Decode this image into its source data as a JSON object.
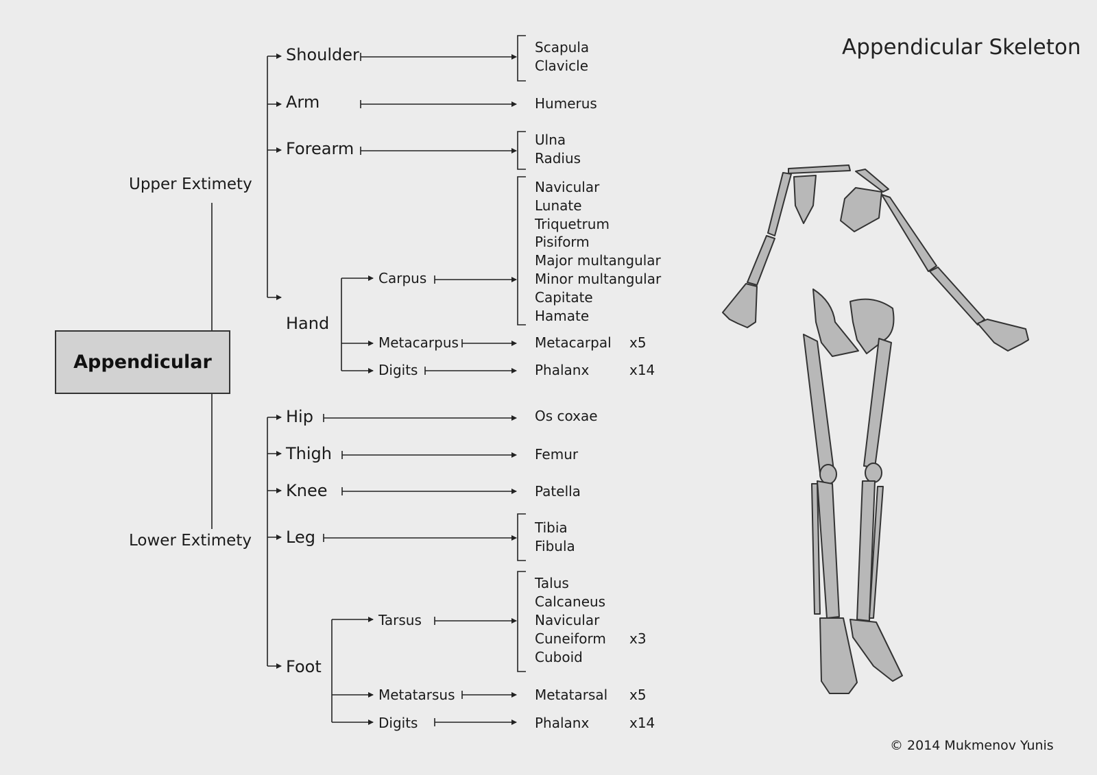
{
  "title": "Appendicular Skeleton",
  "root": "Appendicular",
  "upper": {
    "label": "Upper Extimety",
    "parts": [
      {
        "label": "Shoulder",
        "bones": [
          "Scapula",
          "Clavicle"
        ]
      },
      {
        "label": "Arm",
        "bones": [
          "Humerus"
        ]
      },
      {
        "label": "Forearm",
        "bones": [
          "Ulna",
          "Radius"
        ]
      },
      {
        "label": "Hand",
        "subs": [
          {
            "label": "Carpus",
            "bones": [
              "Navicular",
              "Lunate",
              "Triquetrum",
              "Pisiform",
              "Major multangular",
              "Minor multangular",
              "Capitate",
              "Hamate"
            ]
          },
          {
            "label": "Metacarpus",
            "bones": [
              "Metacarpal"
            ],
            "count": "x5"
          },
          {
            "label": "Digits",
            "bones": [
              "Phalanx"
            ],
            "count": "x14"
          }
        ]
      }
    ]
  },
  "lower": {
    "label": "Lower Extimety",
    "parts": [
      {
        "label": "Hip",
        "bones": [
          "Os coxae"
        ]
      },
      {
        "label": "Thigh",
        "bones": [
          "Femur"
        ]
      },
      {
        "label": "Knee",
        "bones": [
          "Patella"
        ]
      },
      {
        "label": "Leg",
        "bones": [
          "Tibia",
          "Fibula"
        ]
      },
      {
        "label": "Foot",
        "subs": [
          {
            "label": "Tarsus",
            "bones": [
              "Talus",
              "Calcaneus",
              "Navicular",
              "Cuneiform",
              "Cuboid"
            ],
            "count_index": 3,
            "count": "x3"
          },
          {
            "label": "Metatarsus",
            "bones": [
              "Metatarsal"
            ],
            "count": "x5"
          },
          {
            "label": "Digits",
            "bones": [
              "Phalanx"
            ],
            "count": "x14"
          }
        ]
      }
    ]
  },
  "credit": "© 2014 Mukmenov Yunis",
  "colors": {
    "background": "#ececec",
    "line": "#222222",
    "box_fill": "#d2d2d2",
    "bone_fill": "#b8b8b8"
  }
}
